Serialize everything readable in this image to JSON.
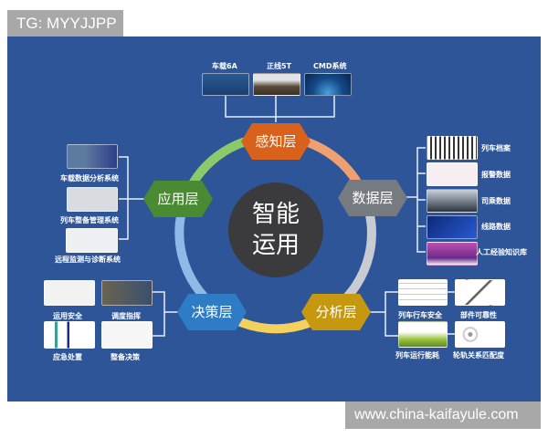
{
  "watermarks": {
    "top_left": "TG: MYYJJPP",
    "bottom_right": "www.china-kaifayule.com"
  },
  "center": {
    "line1": "智能",
    "line2": "运用"
  },
  "layers": [
    {
      "id": "perception",
      "label": "感知层",
      "color": "#d8611b",
      "items": [
        "车载6A",
        "正线5T",
        "CMD系统"
      ]
    },
    {
      "id": "data",
      "label": "数据层",
      "color": "#767b82",
      "items": [
        "列车档案",
        "报警数据",
        "司乘数据",
        "线路数据",
        "人工经验知识库"
      ]
    },
    {
      "id": "analysis",
      "label": "分析层",
      "color": "#c69810",
      "items": [
        "列车行车安全",
        "部件可靠性",
        "列车运行能耗",
        "轮轨关系匹配度"
      ]
    },
    {
      "id": "decision",
      "label": "决策层",
      "color": "#2d7cc5",
      "items": [
        "运用安全",
        "调度指挥",
        "应急处置",
        "整备决策"
      ]
    },
    {
      "id": "application",
      "label": "应用层",
      "color": "#4a8a33",
      "items": [
        "车载数据分析系统",
        "列车整备管理系统",
        "远程监测与诊断系统"
      ]
    }
  ],
  "ring_colors": {
    "top_left": "#8cc96b",
    "top_right": "#f0a070",
    "right": "#c8ccd2",
    "bottom": "#f3d15a",
    "left": "#8fb9e6"
  },
  "background": "#2d5597"
}
